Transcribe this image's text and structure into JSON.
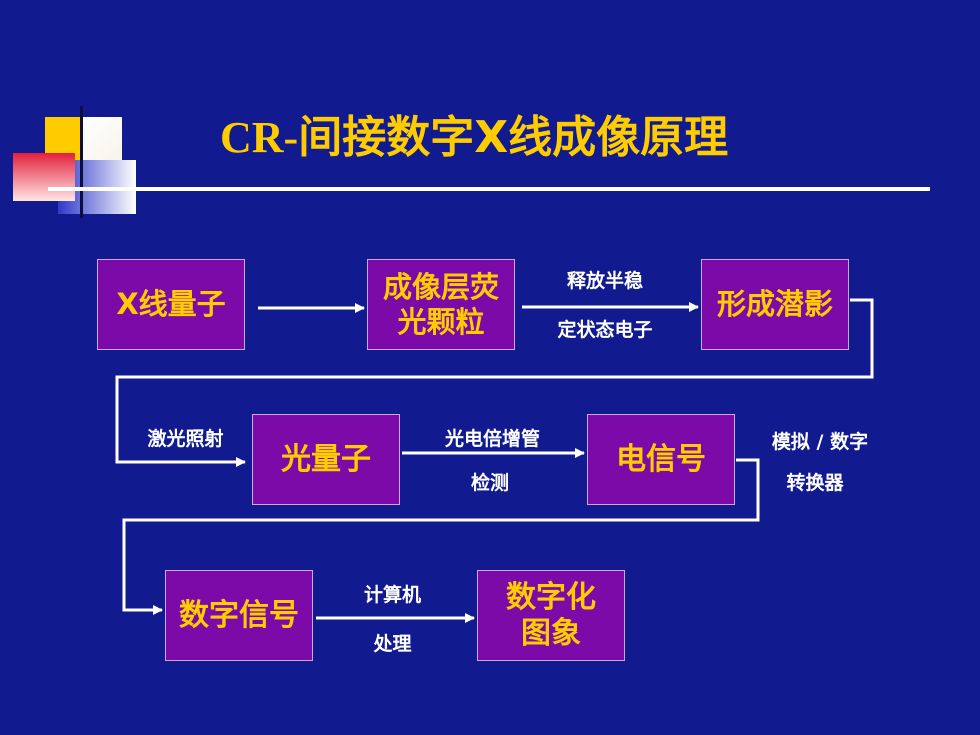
{
  "slide": {
    "title_latin": "CR-",
    "title_cjk_1": "间接数字",
    "title_x": "X",
    "title_cjk_2": "线成像原理"
  },
  "nodes": {
    "xray_quantum": "X线量子",
    "phosphor_grain": "成像层荧\n光颗粒",
    "latent_image": "形成潜影",
    "light_quantum": "光量子",
    "electric_signal": "电信号",
    "digital_signal": "数字信号",
    "digital_image": "数字化\n图象"
  },
  "edge_labels": {
    "release_top": "释放半稳",
    "release_bottom": "定状态电子",
    "laser": "激光照射",
    "pmt_top": "光电倍增管",
    "pmt_bottom": "检测",
    "adc_top": "模拟 / 数字",
    "adc_bottom": "转换器",
    "computer_top": "计算机",
    "computer_bottom": "处理"
  },
  "colors": {
    "background": "#111a8f",
    "box_fill": "#7c0aa9",
    "box_text": "#ffcc00",
    "arrow": "#ffffff"
  }
}
